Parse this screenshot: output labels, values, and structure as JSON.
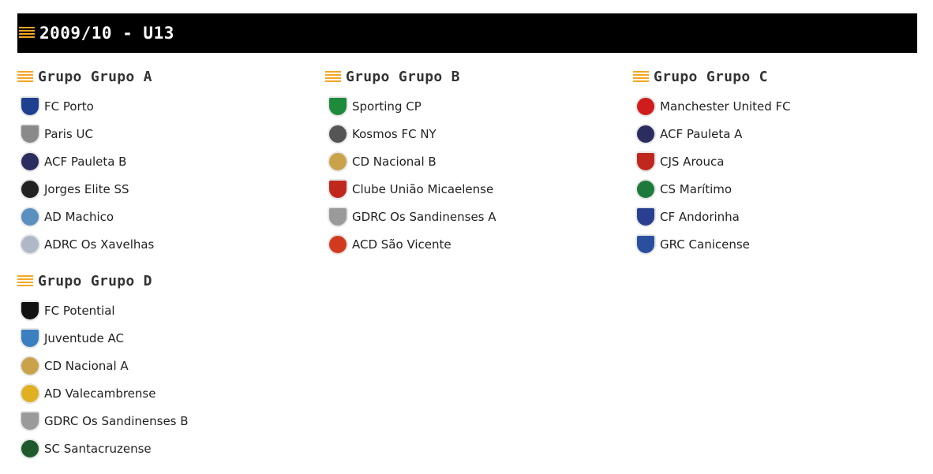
{
  "header": {
    "title": "2009/10 - U13"
  },
  "groups": [
    {
      "title": "Grupo Grupo A",
      "teams": [
        {
          "name": "FC Porto",
          "crest": "fc-porto-crest",
          "color": "#1f3f8f",
          "shape": "shield"
        },
        {
          "name": "Paris UC",
          "crest": "paris-uc-crest",
          "color": "#8a8a8a",
          "shape": "shield"
        },
        {
          "name": "ACF Pauleta B",
          "crest": "acf-pauleta-crest",
          "color": "#2b2d5e",
          "shape": "circle"
        },
        {
          "name": "Jorges Elite SS",
          "crest": "jorges-elite-crest",
          "color": "#222222",
          "shape": "circle"
        },
        {
          "name": "AD Machico",
          "crest": "ad-machico-crest",
          "color": "#5a8fc0",
          "shape": "circle"
        },
        {
          "name": "ADRC Os Xavelhas",
          "crest": "adrc-xavelhas-crest",
          "color": "#b0b8c8",
          "shape": "circle"
        }
      ]
    },
    {
      "title": "Grupo Grupo B",
      "teams": [
        {
          "name": "Sporting CP",
          "crest": "sporting-cp-crest",
          "color": "#1e8a3c",
          "shape": "shield"
        },
        {
          "name": "Kosmos FC NY",
          "crest": "kosmos-fc-crest",
          "color": "#555555",
          "shape": "circle"
        },
        {
          "name": "CD Nacional B",
          "crest": "cd-nacional-crest",
          "color": "#c9a24a",
          "shape": "circle"
        },
        {
          "name": "Clube União Micaelense",
          "crest": "uniao-micaelense-crest",
          "color": "#c0281e",
          "shape": "shield"
        },
        {
          "name": "GDRC Os Sandinenses A",
          "crest": "gdrc-sandinenses-crest",
          "color": "#9a9a9a",
          "shape": "shield"
        },
        {
          "name": "ACD São Vicente",
          "crest": "acd-sao-vicente-crest",
          "color": "#d23a1f",
          "shape": "circle"
        }
      ]
    },
    {
      "title": "Grupo Grupo C",
      "teams": [
        {
          "name": "Manchester United FC",
          "crest": "manchester-united-crest",
          "color": "#d01c1c",
          "shape": "circle"
        },
        {
          "name": "ACF Pauleta A",
          "crest": "acf-pauleta-crest",
          "color": "#2b2d5e",
          "shape": "circle"
        },
        {
          "name": "CJS Arouca",
          "crest": "cjs-arouca-crest",
          "color": "#c0281e",
          "shape": "shield"
        },
        {
          "name": "CS Marítimo",
          "crest": "cs-maritimo-crest",
          "color": "#1e7a3c",
          "shape": "circle"
        },
        {
          "name": "CF Andorinha",
          "crest": "cf-andorinha-crest",
          "color": "#2a3f8f",
          "shape": "shield"
        },
        {
          "name": "GRC Canicense",
          "crest": "grc-canicense-crest",
          "color": "#2a4f9f",
          "shape": "shield"
        }
      ]
    },
    {
      "title": "Grupo Grupo D",
      "teams": [
        {
          "name": "FC Potential",
          "crest": "fc-potential-crest",
          "color": "#111111",
          "shape": "shield"
        },
        {
          "name": "Juventude AC",
          "crest": "juventude-ac-crest",
          "color": "#3a7fc0",
          "shape": "shield"
        },
        {
          "name": "CD Nacional A",
          "crest": "cd-nacional-crest",
          "color": "#c9a24a",
          "shape": "circle"
        },
        {
          "name": "AD Valecambrense",
          "crest": "ad-valecambrense-crest",
          "color": "#e0b020",
          "shape": "circle"
        },
        {
          "name": "GDRC Os Sandinenses B",
          "crest": "gdrc-sandinenses-crest",
          "color": "#9a9a9a",
          "shape": "shield"
        },
        {
          "name": "SC Santacruzense",
          "crest": "sc-santacruzense-crest",
          "color": "#1e5a2c",
          "shape": "circle"
        }
      ]
    }
  ],
  "accent_color": "#f5a623"
}
